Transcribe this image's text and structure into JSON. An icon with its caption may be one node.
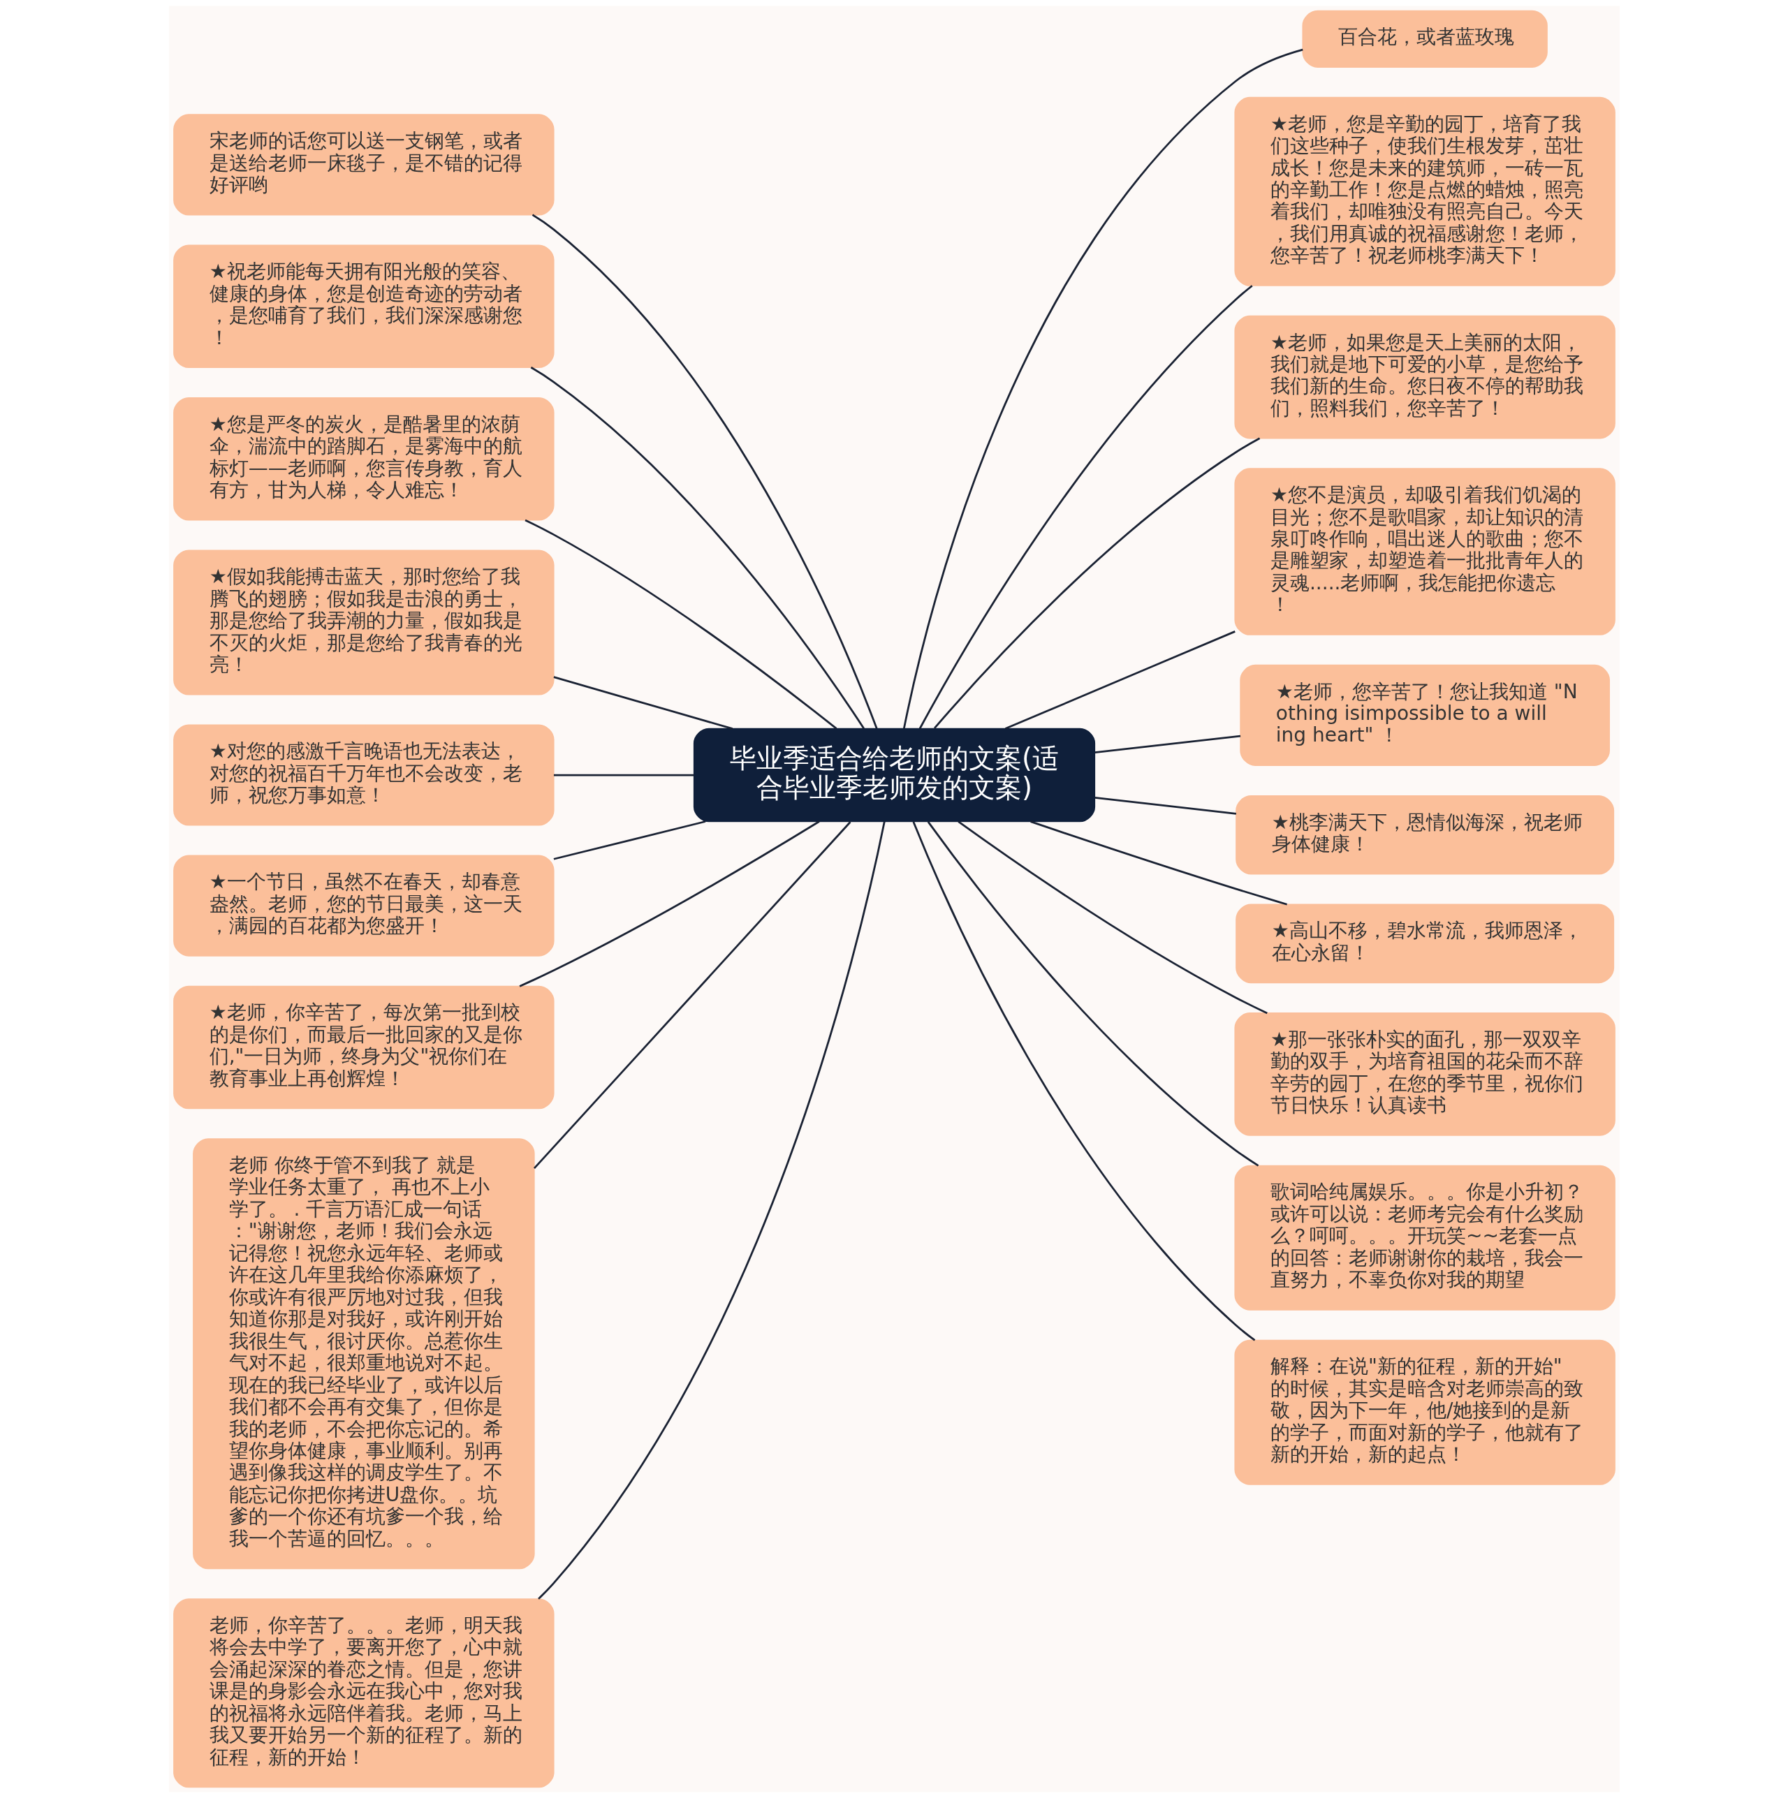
{
  "diagram": {
    "nodes": [
      {
        "text": [
          "毕业季适合给老师的文案(适合毕业季老师发的文案)"
        ]
      },
      {
        "text": [
          "宋老师的话您可以送一支钢笔，或者是送给老师一床毯子，是不错的记得好评哟"
        ]
      },
      {
        "text": [
          "★祝老师能每天拥有阳光般的笑容、健康的身体，您是创造奇迹的劳动者，是您哺育了我们，我们深深感谢您！"
        ]
      },
      {
        "text": [
          "★您是严冬的炭火，是酷暑里的浓荫伞，湍流中的踏脚石，是雾海中的航标灯——老师啊，您言传身教，育人有方，甘为人梯，令人难忘！"
        ]
      },
      {
        "text": [
          "★假如我能搏击蓝天，那时您给了我腾飞的翅膀；假如我是击浪的勇士，那是您给了我弄潮的力量，假如我是不灭的火炬，那是您给了我青春的光亮！"
        ]
      },
      {
        "text": [
          "★对您的感激千言晚语也无法表达，对您的祝福百千万年也不会改变，老师，祝您万事如意！"
        ]
      },
      {
        "text": [
          "★一个节日，虽然不在春天，却春意盎然。老师，您的节日最美，这一天，满园的百花都为您盛开！"
        ]
      },
      {
        "text": [
          "★老师，你辛苦了，每次第一批到校的是你们，而最后一批回家的又是你们,\"一日为师，终身为父\"祝你们在教育事业上再创辉煌！"
        ]
      },
      {
        "text": [
          "老师 你终于管不到我了 就是学业任务太重了， 再也不上小学了。 . 千言万语汇成一句话：\"谢谢您，老师！我们会永远记得您！祝您永远年轻、老师或许在这几年里我给你添麻烦了，你或许有很严厉地对过我，但我知道你那是对我好，或许刚开始我很生气，很讨厌你。总惹你生气对不起，很郑重地说对不起。现在的我已经毕业了，或许以后我们都不会再有交集了，但你是我的老师，不会把你忘记的。希望你身体健康，事业顺利。别再遇到像我这样的调皮学生了。不能忘记你把你拷进U盘你。。坑爹的一个你还有坑爹一个我，给我一个苦逼的回忆。。。"
        ]
      },
      {
        "text": [
          "老师，你辛苦了。。。老师，明天我将会去中学了，要离开您了，心中就会涌起深深的眷恋之情。但是，您讲课是的身影会永远在我心中，您对我的祝福将永远陪伴着我。老师，马上我又要开始另一个新的征程了。新的征程，新的开始！"
        ]
      },
      {
        "text": [
          "百合花，或者蓝玫瑰"
        ]
      },
      {
        "text": [
          "★老师，您是辛勤的园丁，培育了我们这些种子，使我们生根发芽，茁壮成长！您是未来的建筑师，一砖一瓦的辛勤工作！您是点燃的蜡烛，照亮着我们，却唯独没有照亮自己。今天，我们用真诚的祝福感谢您！老师，您辛苦了！祝老师桃李满天下！"
        ]
      },
      {
        "text": [
          "★老师，如果您是天上美丽的太阳，我们就是地下可爱的小草，是您给予我们新的生命。您日夜不停的帮助我们，照料我们，您辛苦了！"
        ]
      },
      {
        "text": [
          "★您不是演员，却吸引着我们饥渴的目光；您不是歌唱家，却让知识的清泉叮咚作响，唱出迷人的歌曲；您不是雕塑家，却塑造着一批批青年人的灵魂.....老师啊，我怎能把你遗忘！"
        ]
      },
      {
        "text": [
          "★老师，您辛苦了！您让我知道 \"Nothing isimpossible to a willing heart\" ！"
        ]
      },
      {
        "text": [
          "★桃李满天下，恩情似海深，祝老师身体健康！"
        ]
      },
      {
        "text": [
          "★高山不移，碧水常流，我师恩泽，在心永留！"
        ]
      },
      {
        "text": [
          "★那一张张朴实的面孔，那一双双辛勤的双手，为培育祖国的花朵而不辞辛劳的园丁，在您的季节里，祝你们节日快乐！认真读书"
        ]
      },
      {
        "text": [
          "歌词哈纯属娱乐。。。你是小升初？或许可以说：老师考完会有什么奖励么？呵呵。。。开玩笑~~老套一点的回答：老师谢谢你的栽培，我会一直努力，不辜负你对我的期望"
        ]
      },
      {
        "text": [
          "解释：在说\"新的征程，新的开始\"的时候，其实是暗含对老师崇高的致敬，因为下一年，他/她接到的是新的学子，而面对新的学子，他就有了新的开始，新的起点！"
        ]
      }
    ],
    "edges": [
      {
        "from": 0,
        "to": 1,
        "arrow": "none"
      },
      {
        "from": 0,
        "to": 2,
        "arrow": "none"
      },
      {
        "from": 0,
        "to": 3,
        "arrow": "none"
      },
      {
        "from": 0,
        "to": 4,
        "arrow": "none"
      },
      {
        "from": 0,
        "to": 5,
        "arrow": "none"
      },
      {
        "from": 0,
        "to": 6,
        "arrow": "none"
      },
      {
        "from": 0,
        "to": 7,
        "arrow": "none"
      },
      {
        "from": 0,
        "to": 8,
        "arrow": "none"
      },
      {
        "from": 0,
        "to": 9,
        "arrow": "none"
      },
      {
        "from": 0,
        "to": 10,
        "arrow": "none"
      },
      {
        "from": 0,
        "to": 11,
        "arrow": "none"
      },
      {
        "from": 0,
        "to": 12,
        "arrow": "none"
      },
      {
        "from": 0,
        "to": 13,
        "arrow": "none"
      },
      {
        "from": 0,
        "to": 14,
        "arrow": "none"
      },
      {
        "from": 0,
        "to": 15,
        "arrow": "none"
      },
      {
        "from": 0,
        "to": 16,
        "arrow": "none"
      },
      {
        "from": 0,
        "to": 17,
        "arrow": "none"
      },
      {
        "from": 0,
        "to": 18,
        "arrow": "none"
      },
      {
        "from": 0,
        "to": 19,
        "arrow": "none"
      }
    ]
  }
}
